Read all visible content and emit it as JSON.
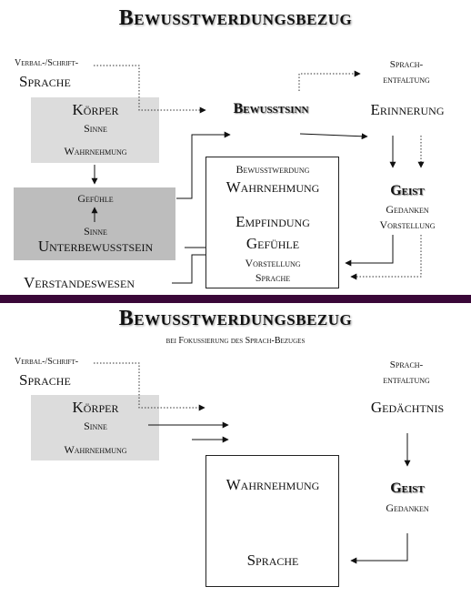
{
  "diagram1": {
    "title": "Bewusstwerdungsbezug",
    "verbal": "Verbal-/Schrift-",
    "sprache": "Sprache",
    "koerper": "Körper",
    "sinne_top": "Sinne",
    "wahrnehmung_top": "Wahrnehmung",
    "gefuehle_left": "Gefühle",
    "sinne_lower": "Sinne",
    "unterbewusstsein": "Unterbewusstsein",
    "verstandeswesen": "Verstandeswesen",
    "bewusstsinn": "Bewusstsinn",
    "sprachentfaltung_1": "Sprach-",
    "sprachentfaltung_2": "entfaltung",
    "erinnerung": "Erinnerung",
    "geist": "Geist",
    "gedanken": "Gedanken",
    "vorstellung_right": "Vorstellung",
    "center_box": {
      "bewusstwerdung": "Bewusstwerdung",
      "wahrnehmung": "Wahrnehmung",
      "empfindung": "Empfindung",
      "gefuehle": "Gefühle",
      "vorstellung": "Vorstellung",
      "sprache": "Sprache"
    }
  },
  "diagram2": {
    "title": "Bewusstwerdungsbezug",
    "subtitle": "bei Fokussierung des Sprach-Bezuges",
    "verbal": "Verbal-/Schrift-",
    "sprache": "Sprache",
    "koerper": "Körper",
    "sinne": "Sinne",
    "wahrnehmung": "Wahrnehmung",
    "sprachentfaltung_1": "Sprach-",
    "sprachentfaltung_2": "entfaltung",
    "gedaechtnis": "Gedächtnis",
    "geist": "Geist",
    "gedanken": "Gedanken",
    "center_box": {
      "wahrnehmung": "Wahrnehmung",
      "sprache": "Sprache"
    }
  },
  "colors": {
    "divider": "#3a0838",
    "grey_light": "#dcdcdc",
    "grey_dark": "#bdbdbd"
  }
}
